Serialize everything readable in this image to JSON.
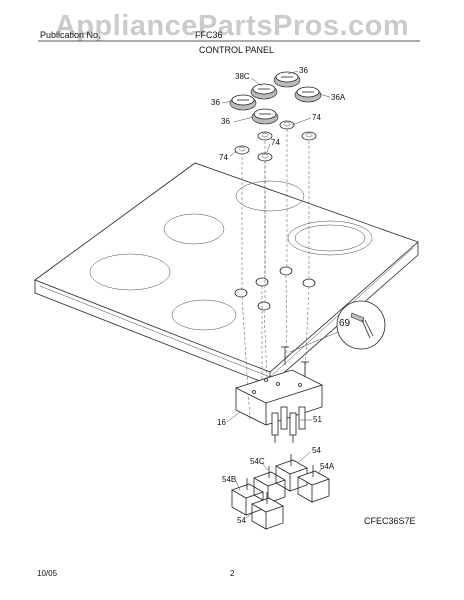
{
  "header": {
    "watermark": "AppliancePartsPros.com",
    "brand_text": "Publication No.",
    "model_text": "FFC36",
    "section_title": "CONTROL PANEL"
  },
  "callouts": {
    "c36_top": "36",
    "c38C": "38C",
    "c36_left": "36",
    "c36A": "36A",
    "c36_mid": "36",
    "c74_right": "74",
    "c74_mid": "74",
    "c74_left": "74",
    "c69": "69",
    "c51": "51",
    "c16": "16",
    "c54_right": "54",
    "c54C": "54C",
    "c54A": "54A",
    "c54B": "54B",
    "c54_bottom": "54"
  },
  "diagram_code": "CFEC36S7E",
  "footer": {
    "date": "10/05",
    "page_number": "2"
  }
}
